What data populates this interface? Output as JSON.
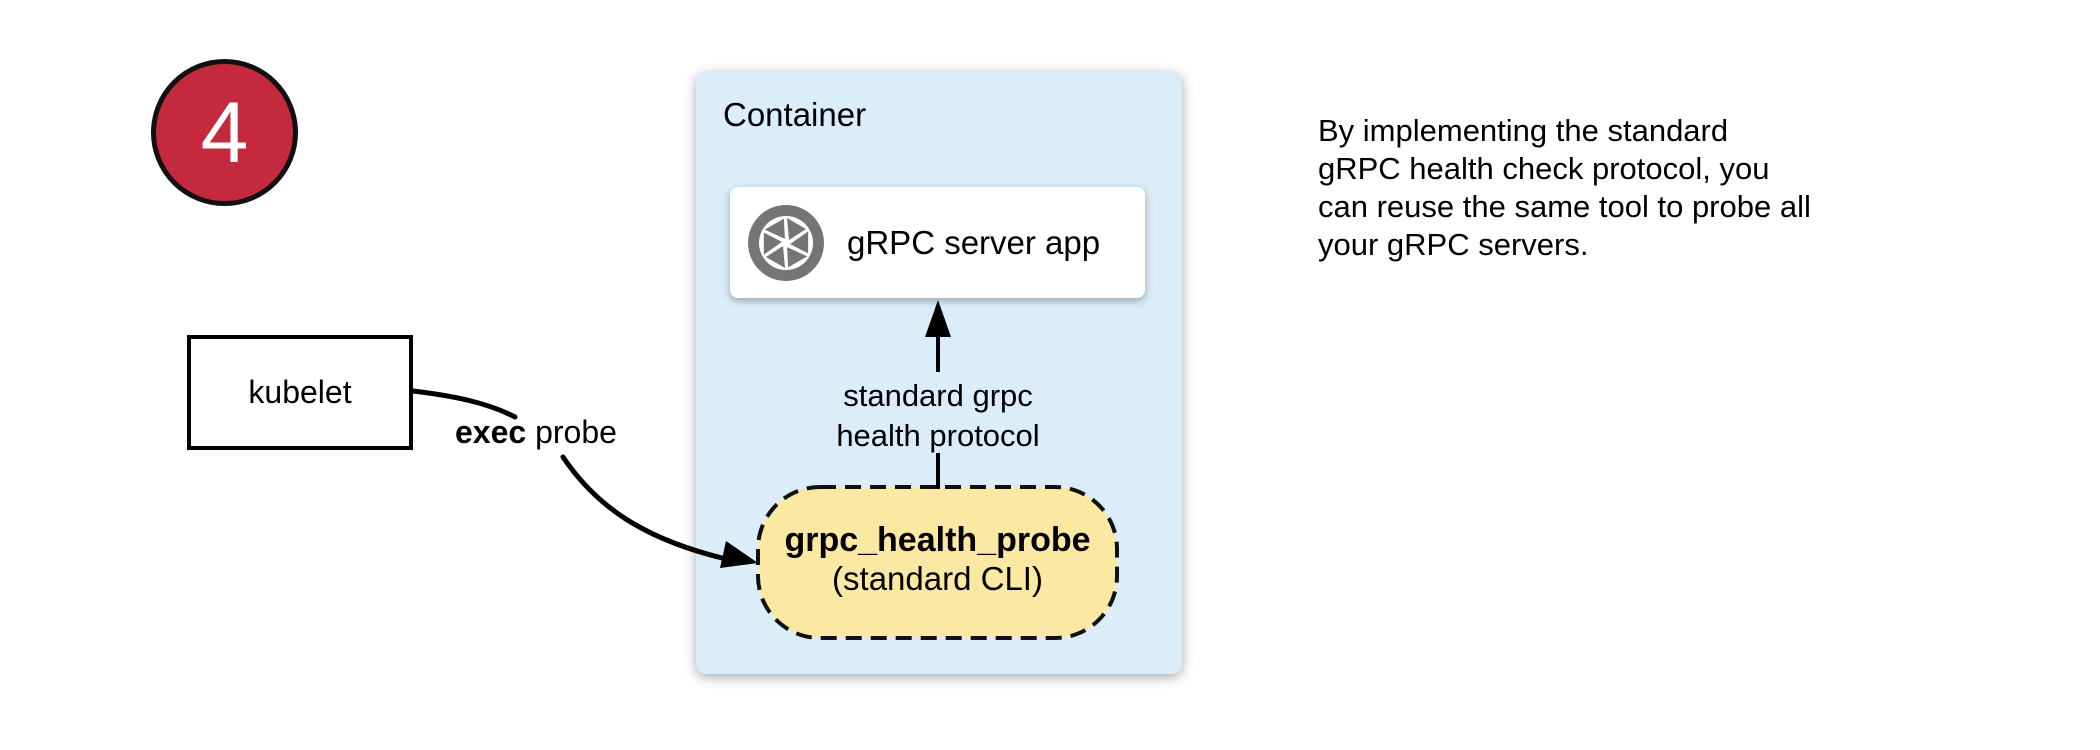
{
  "step_badge": {
    "number": "4",
    "fill_color": "#C5293D",
    "border_color": "#111111",
    "text_color": "#FFFFFF"
  },
  "kubelet_box": {
    "label": "kubelet"
  },
  "probe_label": {
    "bold_part": "exec",
    "regular_part": " probe"
  },
  "container_panel": {
    "title": "Container",
    "fill_color": "#DAEDF9"
  },
  "server_box": {
    "label": "gRPC server app",
    "icon": "aperture-icon",
    "icon_color": "#757575"
  },
  "protocol_label": {
    "line1": "standard grpc",
    "line2": "health protocol"
  },
  "probe_pill": {
    "line1": "grpc_health_probe",
    "line2": "(standard CLI)",
    "fill_color": "#FBE8A2",
    "border_style": "dashed"
  },
  "caption": {
    "lines": [
      "By implementing the standard",
      "gRPC health check protocol, you",
      "can reuse the same tool to probe all",
      "your gRPC servers."
    ]
  }
}
